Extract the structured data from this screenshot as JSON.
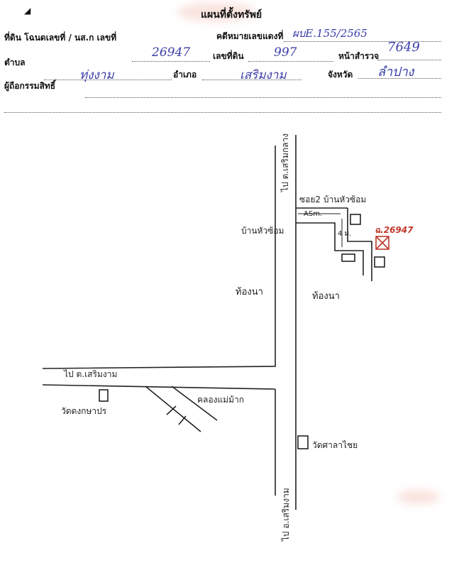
{
  "header": {
    "title": "แผนที่ตั้งทรัพย์",
    "case_no_label": "คดีหมายเลขแดงที่",
    "case_no_value": "ผบE.155/2565"
  },
  "fields": {
    "land_label": "ที่ดิน โฉนดเลขที่ / นส.ก เลขที่",
    "land_value": "26947",
    "parcel_label": "เลขที่ดิน",
    "parcel_value": "997",
    "survey_label": "หน้าสำรวจ",
    "survey_value": "7649",
    "subdistrict_label": "ตำบล",
    "subdistrict_value": "ทุ่งงาม",
    "district_label": "อำเภอ",
    "district_value": "เสริมงาม",
    "province_label": "จังหวัด",
    "province_value": "ลำปาง",
    "owner_label": "ผู้ถือกรรมสิทธิ์"
  },
  "map": {
    "road_north": "ไป ต.เสริมกลาง",
    "soi_label": "ซอย2 บ้านหัวซ้อม",
    "distance_label": "ASm.",
    "lane_mark": "4 ม.",
    "village_label": "บ้านหัวซ้อม",
    "plot_label": "ฉ.26947",
    "field_left": "ท้องนา",
    "field_right": "ท้องนา",
    "road_west": "ไป ต.เสริมงาม",
    "temple_left": "วัดดงกษาปร",
    "canal_label": "คลองแม่ม้าก",
    "temple_right": "วัดศาลาไชย",
    "road_south": "ไป อ.เสริมงาม"
  }
}
